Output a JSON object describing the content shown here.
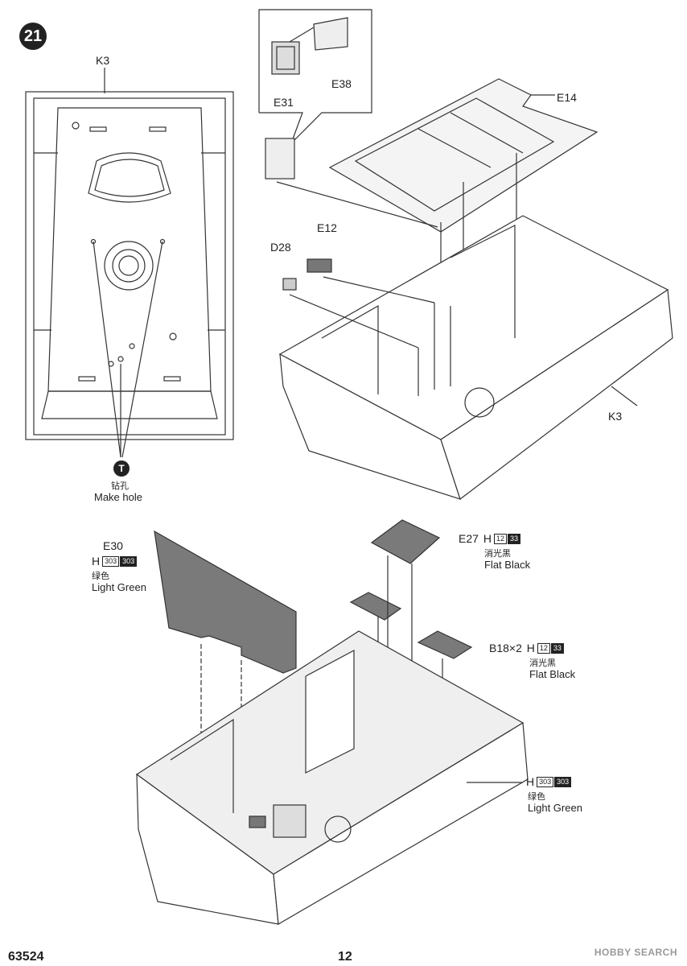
{
  "step": "21",
  "page": {
    "code": "63524",
    "number": "12",
    "watermark": "HOBBY SEARCH"
  },
  "drill_icon": "drill-icon",
  "labels": {
    "k3_top": "K3",
    "k3_right": "K3",
    "e14": "E14",
    "e31": "E31",
    "e38": "E38",
    "e12": "E12",
    "d28": "D28",
    "make_hole_cn": "钻孔",
    "make_hole": "Make hole",
    "e30": "E30",
    "e27": "E27",
    "b18": "B18×2"
  },
  "paints": {
    "green_code_a": "303",
    "green_code_b": "303",
    "green_cn": "绿色",
    "green_en": "Light Green",
    "black_code_a": "12",
    "black_code_b": "33",
    "black_cn": "消光黑",
    "black_en": "Flat Black",
    "prefix": "H"
  },
  "colors": {
    "line": "#333333",
    "panel": "#7a7a7a",
    "bg": "#ffffff",
    "floor": "#efefef"
  }
}
